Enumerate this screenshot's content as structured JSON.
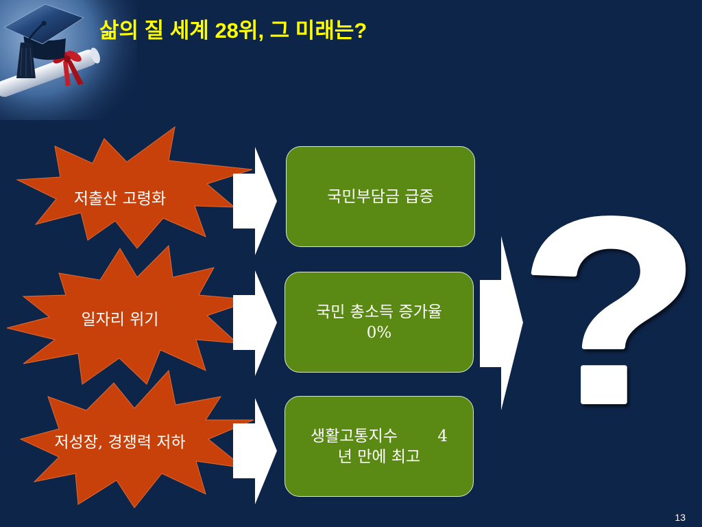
{
  "slide": {
    "title": "삶의 질 세계 28위, 그 미래는?",
    "page_number": "13"
  },
  "causes": [
    {
      "label": "저출산 고령화"
    },
    {
      "label": "일자리 위기"
    },
    {
      "label": "저성장, 경쟁력 저하"
    }
  ],
  "effects": [
    {
      "lines": [
        "국민부담금 급증"
      ]
    },
    {
      "lines": [
        "국민 총소득 증가율",
        "0%"
      ]
    },
    {
      "lines": [
        "생활고통지수        4",
        "년 만에 최고"
      ]
    }
  ],
  "outcome": {
    "symbol": "?"
  },
  "colors": {
    "background": "#0E254A",
    "title": "#FFFF00",
    "burst": "#C8410A",
    "effect_box": "#5A8A14",
    "arrow": "#FFFFFF"
  },
  "icons": {
    "header_image": "graduation-cap-image"
  }
}
